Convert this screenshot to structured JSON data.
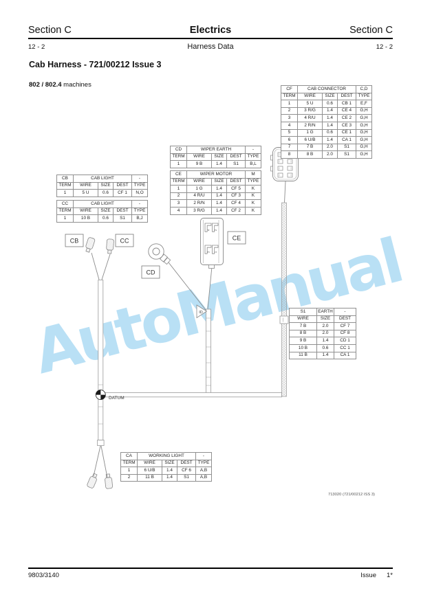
{
  "header": {
    "section_left": "Section C",
    "center": "Electrics",
    "section_right": "Section C",
    "page_left": "12 - 2",
    "subtitle": "Harness Data",
    "page_right": "12 - 2"
  },
  "title": "Cab Harness - 721/00212 Issue 3",
  "machines_bold": "802 / 802.4",
  "machines_rest": " machines",
  "watermark": "AutoManual",
  "watermark_color": "#b9e0f5",
  "diagram": {
    "labels": {
      "cb": "CB",
      "cc": "CC",
      "cd": "CD",
      "ce": "CE",
      "id": "ID",
      "datum": "DATUM"
    },
    "ce_pins": [
      "4",
      "2",
      "3",
      "1"
    ],
    "ref_note": "713020 (721/00212 ISS 3)"
  },
  "tables": {
    "cf": {
      "ref": "CF",
      "title": "CAB CONNECTOR",
      "type_col": "C,D",
      "columns": [
        "TERM",
        "WIRE",
        "SIZE",
        "DEST",
        "TYPE"
      ],
      "rows": [
        [
          "1",
          "5 U",
          "0.6",
          "CB 1",
          "E,F"
        ],
        [
          "2",
          "3 R/G",
          "1.4",
          "CE 4",
          "G,H"
        ],
        [
          "3",
          "4 R/U",
          "1.4",
          "CE 2",
          "G,H"
        ],
        [
          "4",
          "2 R/N",
          "1.4",
          "CE 3",
          "G,H"
        ],
        [
          "5",
          "1 G",
          "0.6",
          "CE 1",
          "G,H"
        ],
        [
          "6",
          "6 U/B",
          "1.4",
          "CA 1",
          "G,H"
        ],
        [
          "7",
          "7 B",
          "2.0",
          "S1",
          "G,H"
        ],
        [
          "8",
          "8 B",
          "2.0",
          "S1",
          "G,H"
        ]
      ]
    },
    "cd": {
      "ref": "CD",
      "title": "WIPER EARTH",
      "type_col": "-",
      "columns": [
        "TERM",
        "WIRE",
        "SIZE",
        "DEST",
        "TYPE"
      ],
      "rows": [
        [
          "1",
          "9 B",
          "1.4",
          "S1",
          "B,L"
        ]
      ]
    },
    "ce": {
      "ref": "CE",
      "title": "WIPER MOTOR",
      "type_col": "M",
      "columns": [
        "TERM",
        "WIRE",
        "SIZE",
        "DEST",
        "TYPE"
      ],
      "rows": [
        [
          "1",
          "1 G",
          "1.4",
          "CF 5",
          "K"
        ],
        [
          "2",
          "4 R/U",
          "1.4",
          "CF 3",
          "K"
        ],
        [
          "3",
          "2 R/N",
          "1.4",
          "CF 4",
          "K"
        ],
        [
          "4",
          "3 R/G",
          "1.4",
          "CF 2",
          "K"
        ]
      ]
    },
    "cb": {
      "ref": "CB",
      "title": "CAB LIGHT",
      "type_col": "-",
      "columns": [
        "TERM",
        "WIRE",
        "SIZE",
        "DEST",
        "TYPE"
      ],
      "rows": [
        [
          "1",
          "5 U",
          "0.6",
          "CF 1",
          "N,O"
        ]
      ]
    },
    "cc": {
      "ref": "CC",
      "title": "CAB LIGHT",
      "type_col": "-",
      "columns": [
        "TERM",
        "WIRE",
        "SIZE",
        "DEST",
        "TYPE"
      ],
      "rows": [
        [
          "1",
          "10 B",
          "0.6",
          "S1",
          "B,J"
        ]
      ]
    },
    "s1": {
      "ref": "S1",
      "title": "EARTH",
      "type_col": "-",
      "columns": [
        "WIRE",
        "SIZE",
        "DEST"
      ],
      "rows": [
        [
          "7 B",
          "2.0",
          "CF 7"
        ],
        [
          "8 B",
          "2.0",
          "CF 8"
        ],
        [
          "9 B",
          "1.4",
          "CD 1"
        ],
        [
          "10 B",
          "0.6",
          "CC 1"
        ],
        [
          "11 B",
          "1.4",
          "CA 1"
        ]
      ]
    },
    "ca": {
      "ref": "CA",
      "title": "WORKING LIGHT",
      "type_col": "-",
      "columns": [
        "TERM",
        "WIRE",
        "SIZE",
        "DEST",
        "TYPE"
      ],
      "rows": [
        [
          "1",
          "6 U/B",
          "1.4",
          "CF 6",
          "A,B"
        ],
        [
          "2",
          "11 B",
          "1.4",
          "S1",
          "A,B"
        ]
      ]
    }
  },
  "footer": {
    "left": "9803/3140",
    "right_label": "Issue",
    "right_value": "1*"
  }
}
